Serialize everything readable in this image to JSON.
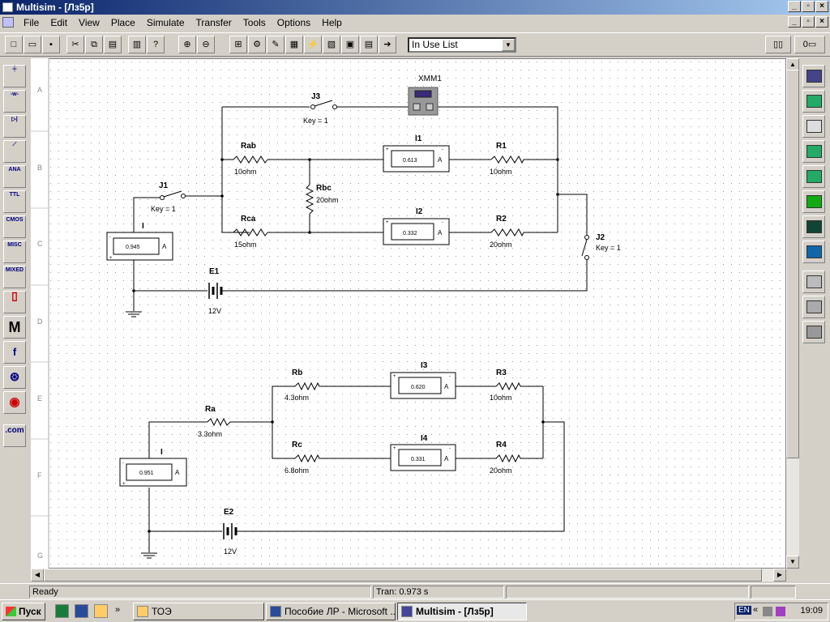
{
  "window": {
    "title": "Multisim - [Лз5р]"
  },
  "menu": [
    "File",
    "Edit",
    "View",
    "Place",
    "Simulate",
    "Transfer",
    "Tools",
    "Options",
    "Help"
  ],
  "toolbar": {
    "in_use_list": "In Use List"
  },
  "left_palette": [
    "Sources",
    "Basic",
    "Diode",
    "Transistor",
    "ANA",
    "TTL",
    "CMOS",
    "MISC",
    "MIXED",
    "Indicator",
    "M",
    "f",
    "Electromech",
    "RF",
    ".com"
  ],
  "ruler_rows": [
    "A",
    "B",
    "C",
    "D",
    "E",
    "F",
    "G"
  ],
  "circuit1": {
    "instrument": "XMM1",
    "switch_j3": {
      "name": "J3",
      "key": "Key = 1"
    },
    "switch_j1": {
      "name": "J1",
      "key": "Key = 1"
    },
    "switch_j2": {
      "name": "J2",
      "key": "Key = 1"
    },
    "rab": {
      "name": "Rab",
      "value": "10ohm"
    },
    "rbc": {
      "name": "Rbc",
      "value": "20ohm"
    },
    "rca": {
      "name": "Rca",
      "value": "15ohm"
    },
    "r1": {
      "name": "R1",
      "value": "10ohm"
    },
    "r2": {
      "name": "R2",
      "value": "20ohm"
    },
    "i1": {
      "name": "I1",
      "reading": "0.613",
      "unit": "A"
    },
    "i2": {
      "name": "I2",
      "reading": "0.332",
      "unit": "A"
    },
    "i": {
      "name": "I",
      "reading": "0.945",
      "unit": "A"
    },
    "e1": {
      "name": "E1",
      "value": "12V"
    }
  },
  "circuit2": {
    "ra": {
      "name": "Ra",
      "value": "3.3ohm"
    },
    "rb": {
      "name": "Rb",
      "value": "4.3ohm"
    },
    "rc": {
      "name": "Rc",
      "value": "6.8ohm"
    },
    "r3": {
      "name": "R3",
      "value": "10ohm"
    },
    "r4": {
      "name": "R4",
      "value": "20ohm"
    },
    "i3": {
      "name": "I3",
      "reading": "0.620",
      "unit": "A"
    },
    "i4": {
      "name": "I4",
      "reading": "0.331",
      "unit": "A"
    },
    "i": {
      "name": "I",
      "reading": "0.951",
      "unit": "A"
    },
    "e2": {
      "name": "E2",
      "value": "12V"
    }
  },
  "status": {
    "ready": "Ready",
    "tran": "Tran: 0.973 s"
  },
  "taskbar": {
    "start": "Пуск",
    "tasks": [
      "ТОЭ",
      "Пособие ЛР - Microsoft ...",
      "Multisim - [Лз5р]"
    ],
    "lang": "EN",
    "clock": "19:09"
  }
}
